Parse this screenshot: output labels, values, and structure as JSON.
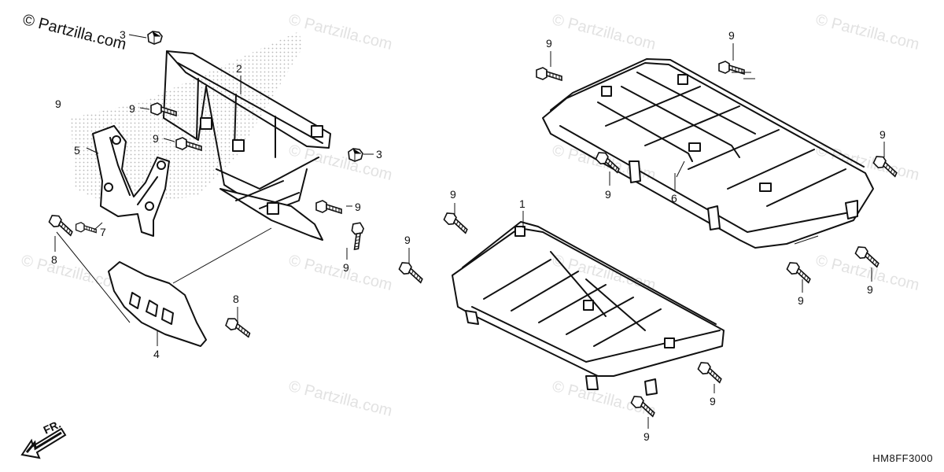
{
  "copyright": "© Partzilla.com",
  "watermarks": [
    "© Partzilla.com",
    "© Partzilla.com",
    "© Partzilla.com",
    "© Partzilla.com",
    "© Partzilla.com",
    "© Partzilla.com",
    "© Partzilla.com",
    "© Partzilla.com",
    "© Partzilla.com",
    "© Partzilla.com",
    "© Partzilla.com",
    "© Partzilla.com"
  ],
  "diagram_code": "HM8FF3000",
  "front_arrow_label": "FR.",
  "callouts": {
    "c1": "1",
    "c2": "2",
    "c3a": "3",
    "c3b": "3",
    "c4": "4",
    "c5": "5",
    "c6": "6",
    "c7": "7",
    "c8a": "8",
    "c8b": "8",
    "c9a": "9",
    "c9b": "9",
    "c9c": "9",
    "c9d": "9",
    "c9e": "9",
    "c9f": "9",
    "c9g": "9",
    "c9h": "9",
    "c9i": "9",
    "c9j": "9",
    "c9k": "9",
    "c9l": "9",
    "c9m": "9",
    "c9n": "9",
    "c9o": "9"
  },
  "colors": {
    "line": "#111111",
    "watermark": "#e2e2e2",
    "stipple": "#9a9a9a"
  }
}
